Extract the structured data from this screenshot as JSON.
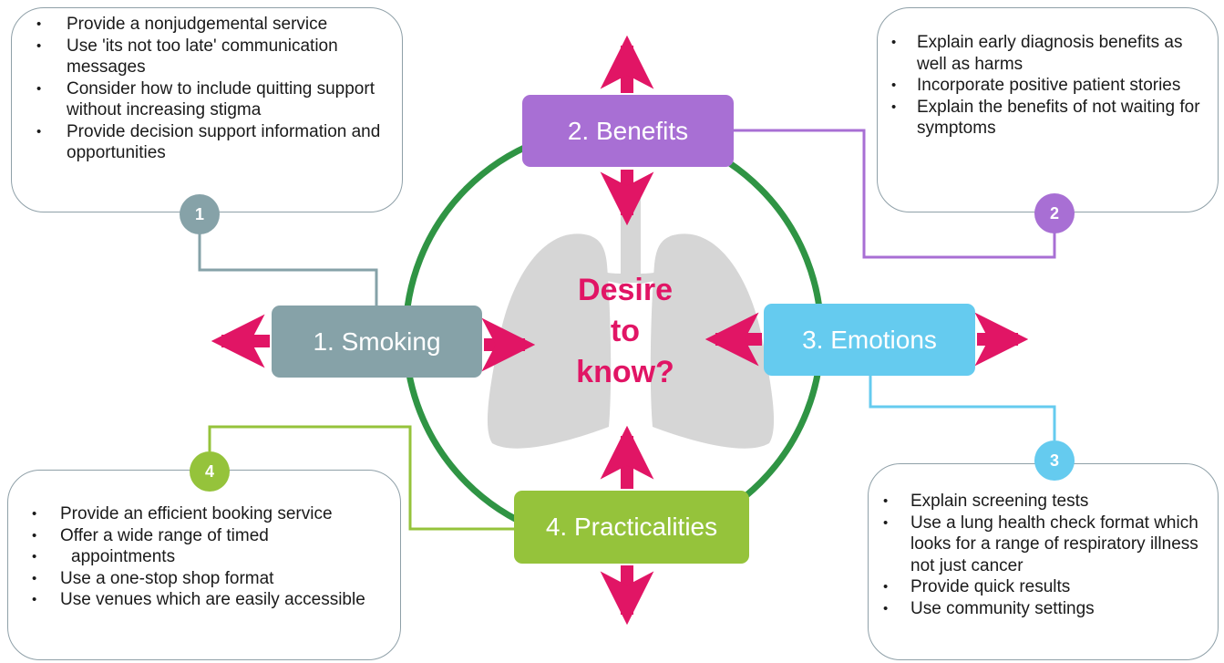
{
  "center": {
    "lines": [
      "Desire",
      "to",
      "know?"
    ]
  },
  "factors": [
    {
      "label": "1. Smoking",
      "color": "#86a2a8"
    },
    {
      "label": "2. Benefits",
      "color": "#a86fd4"
    },
    {
      "label": "3. Emotions",
      "color": "#65cbef"
    },
    {
      "label": "4. Practicalities",
      "color": "#95c33b"
    }
  ],
  "badges": [
    "1",
    "2",
    "3",
    "4"
  ],
  "notes": {
    "smoking": [
      "Provide a nonjudgemental service",
      "Use 'its not too late' communication messages",
      "Consider how to include quitting support without increasing stigma",
      "Provide decision support information and opportunities"
    ],
    "benefits": [
      "Explain early diagnosis benefits as well as harms",
      "Incorporate positive patient stories",
      "Explain the benefits of not waiting for symptoms"
    ],
    "emotions": [
      "Explain screening tests",
      "Use a lung health check format which looks for a range of respiratory illness not just cancer",
      "Provide quick results",
      "Use community settings"
    ],
    "practicalities": [
      "Provide an efficient booking service",
      "Offer a wide range of timed",
      "appointments",
      "Use a one-stop shop format",
      "Use venues which are easily accessible"
    ]
  },
  "colors": {
    "arrow": "#e11565",
    "circle": "#2f9444",
    "lungs": "#d6d6d6",
    "note_border": "#8fa0a8"
  },
  "icons": [
    "lungs-icon"
  ]
}
